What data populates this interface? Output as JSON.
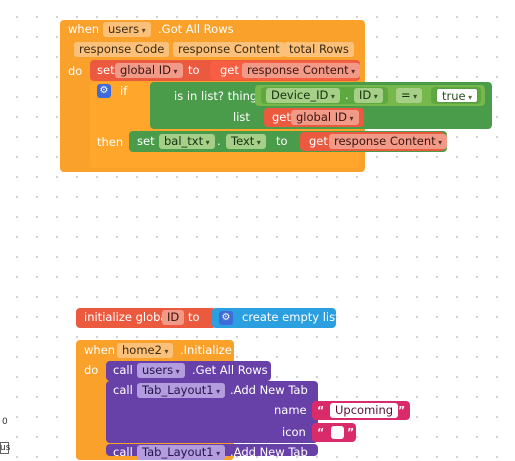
{
  "event_block": {
    "when": "when",
    "component": "users",
    "event": ".Got All Rows",
    "params": [
      "response Code",
      "response Content",
      "total Rows"
    ],
    "do": "do",
    "set_label": "set",
    "set_var": "global ID",
    "to": "to",
    "get_label": "get",
    "get_var": "response Content",
    "if_label": "if",
    "in_list_label": "is in list? thing",
    "device_component": "Device_ID",
    "device_prop": "ID",
    "compare_op": "=",
    "bool_value": "true",
    "list_label": "list",
    "list_get": "get",
    "list_var": "global ID",
    "then_label": "then",
    "then_set": "set",
    "then_component": "bal_txt",
    "then_prop": "Text",
    "then_to": "to",
    "then_get": "get",
    "then_var": "response Content"
  },
  "init_global": {
    "label": "initialize global",
    "var_name": "ID",
    "to": "to",
    "value": "create empty list"
  },
  "home_block": {
    "when": "when",
    "component": "home2",
    "event": ".Initialize",
    "do": "do",
    "call1": "call",
    "call1_component": "users",
    "call1_method": ".Get All Rows",
    "call2": "call",
    "call2_component": "Tab_Layout1",
    "call2_method": ".Add New Tab",
    "name_label": "name",
    "name_value": "Upcoming",
    "icon_label": "icon",
    "call3": "call",
    "call3_component": "Tab_Layout1",
    "call3_method": ".Add New Tab"
  },
  "left_edge": {
    "digit": "0",
    "fragment": "us"
  },
  "colors": {
    "event": "#f9a12a",
    "variable": "#eb5a3f",
    "control_green": "#4a9b4a",
    "logic_green": "#76b84c",
    "list_blue": "#2b9fe0",
    "procedure_purple": "#6741a8",
    "text_pink": "#d92a6a"
  }
}
